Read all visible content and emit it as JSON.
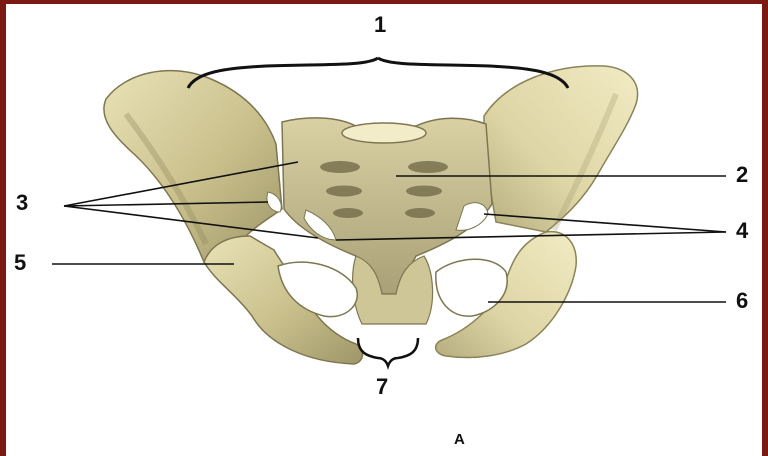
{
  "figure": {
    "caption": "A",
    "labels": [
      "1",
      "2",
      "3",
      "4",
      "5",
      "6",
      "7"
    ]
  },
  "colors": {
    "frame": "#7a1a12",
    "bone": "#e4dcae",
    "bone_shadow": "#9a9266",
    "cavity": "#ffffff",
    "line": "#111111"
  }
}
